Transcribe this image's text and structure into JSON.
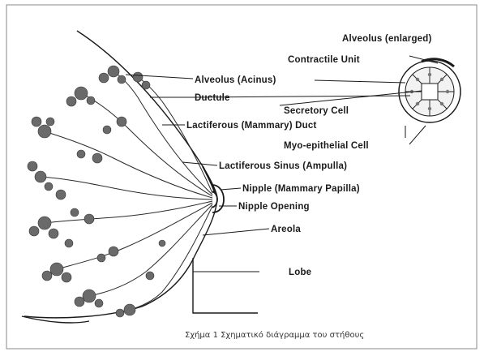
{
  "figure": {
    "labels": {
      "alveolus_enlarged": "Alveolus (enlarged)",
      "contractile_unit": "Contractile Unit",
      "alveolus_acinus": "Alveolus (Acinus)",
      "ductule": "Ductule",
      "secretory_cell": "Secretory Cell",
      "lactiferous_duct": "Lactiferous (Mammary) Duct",
      "myoepithelial_cell": "Myo-epithelial Cell",
      "lactiferous_sinus": "Lactiferous Sinus (Ampulla)",
      "nipple": "Nipple (Mammary Papilla)",
      "nipple_opening": "Nipple Opening",
      "areola": "Areola",
      "lobe": "Lobe"
    },
    "caption": "Σχήμα 1   Σχηματικό διάγραμμα του στήθους"
  },
  "colors": {
    "ink": "#1a1a1a",
    "tissue": "#555555",
    "background": "#ffffff"
  }
}
